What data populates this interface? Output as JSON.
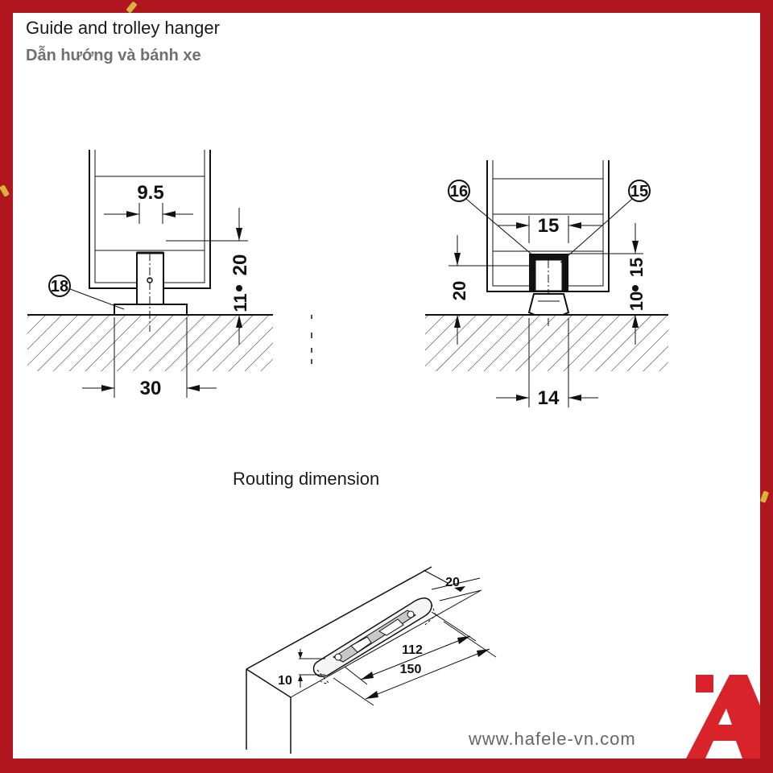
{
  "header": {
    "title": "Guide and trolley hanger",
    "subtitle": "Dẫn hướng và bánh xe"
  },
  "guide_drawing": {
    "dim_top": "9.5",
    "dim_height": "20",
    "dim_gap": "11",
    "dim_bottom": "30",
    "callout": "18"
  },
  "trolley_drawing": {
    "dim_top": "15",
    "dim_left": "20",
    "dim_right_height": "15",
    "dim_right_gap": "10",
    "dim_bottom": "14",
    "callout_left": "16",
    "callout_right": "15"
  },
  "routing": {
    "title": "Routing dimension",
    "dim_width": "20",
    "dim_inner": "112",
    "dim_outer": "150",
    "dim_depth": "10"
  },
  "footer": {
    "website": "www.hafele-vn.com"
  },
  "colors": {
    "border": "#b0161e",
    "logo": "#d8232a",
    "ink": "#111111"
  }
}
